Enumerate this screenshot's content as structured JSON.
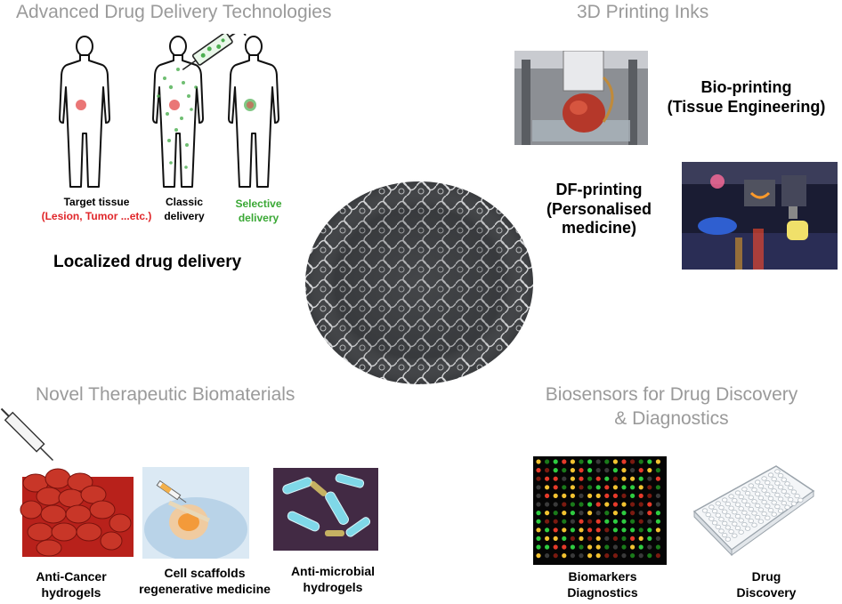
{
  "sections": {
    "top_left": {
      "title": "Advanced Drug Delivery Technologies",
      "captions": {
        "target_tissue": "Target tissue",
        "target_detail": "(Lesion, Tumor ...etc.)",
        "classic": "Classic",
        "classic2": "delivery",
        "selective": "Selective",
        "selective2": "delivery"
      },
      "subtitle": "Localized drug delivery"
    },
    "top_right": {
      "title": "3D Printing Inks",
      "bio_printing_1": "Bio-printing",
      "bio_printing_2": "(Tissue Engineering)",
      "df_printing_1": "DF-printing",
      "df_printing_2": "(Personalised",
      "df_printing_3": "medicine)"
    },
    "bottom_left": {
      "title": "Novel Therapeutic Biomaterials",
      "anti_cancer_1": "Anti-Cancer",
      "anti_cancer_2": "hydrogels",
      "cell_scaffolds_1": "Cell scaffolds",
      "cell_scaffolds_2": "regenerative medicine",
      "anti_microbial_1": "Anti-microbial",
      "anti_microbial_2": "hydrogels"
    },
    "bottom_right": {
      "title_1": "Biosensors for Drug Discovery",
      "title_2": "& Diagnostics",
      "biomarkers_1": "Biomarkers",
      "biomarkers_2": "Diagnostics",
      "drug_1": "Drug",
      "drug_2": "Discovery"
    }
  },
  "colors": {
    "title_gray": "#9a9a9a",
    "red_text": "#e0262a",
    "green_text": "#3aa835"
  },
  "icons": [
    "human-silhouette-icon",
    "syringe-icon",
    "hydrogel-sphere",
    "well-plate-icon",
    "microarray-icon"
  ]
}
